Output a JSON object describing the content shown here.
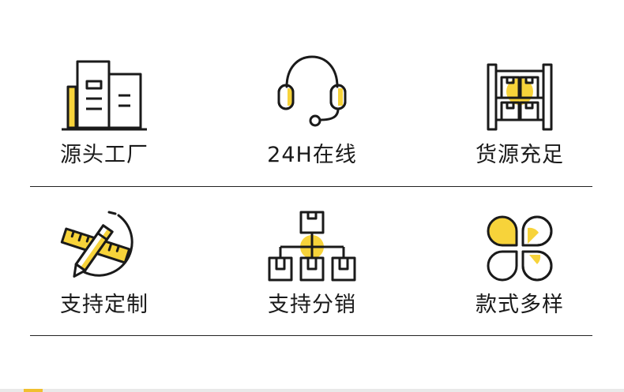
{
  "accent_color": "#f7d33a",
  "stroke_color": "#1a1a1a",
  "features": [
    {
      "label": "源头工厂",
      "icon": "factory-buildings-icon"
    },
    {
      "label": "24H在线",
      "icon": "headset-icon"
    },
    {
      "label": "货源充足",
      "icon": "warehouse-shelf-icon"
    },
    {
      "label": "支持定制",
      "icon": "ruler-pencil-icon"
    },
    {
      "label": "支持分销",
      "icon": "distribution-boxes-icon"
    },
    {
      "label": "款式多样",
      "icon": "four-petal-clover-icon"
    }
  ]
}
